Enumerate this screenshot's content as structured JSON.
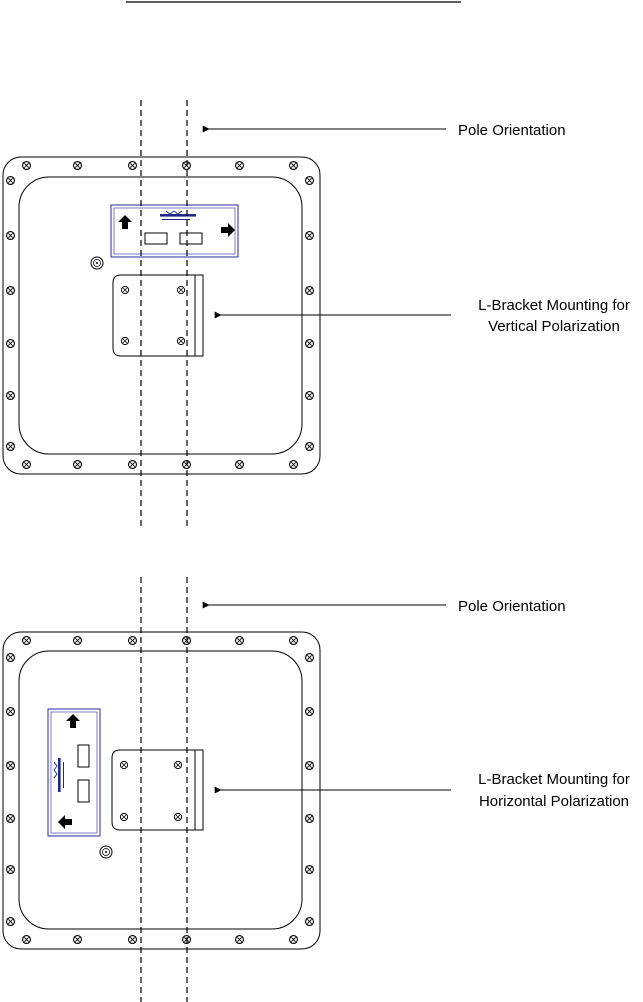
{
  "views": [
    {
      "pole_label": "Pole Orientation",
      "mount_label_lines": [
        "L-Bracket Mounting for",
        "Vertical Polarization"
      ]
    },
    {
      "pole_label": "Pole Orientation",
      "mount_label_lines": [
        "L-Bracket Mounting for",
        "Horizontal Polarization"
      ]
    }
  ],
  "colors": {
    "ink": "#000000",
    "logo_border": "#2a2aa8"
  },
  "icons": [
    "arrow-up-icon",
    "arrow-right-icon",
    "arrow-left-icon",
    "screw-icon",
    "connector-icon",
    "logo-icon"
  ]
}
